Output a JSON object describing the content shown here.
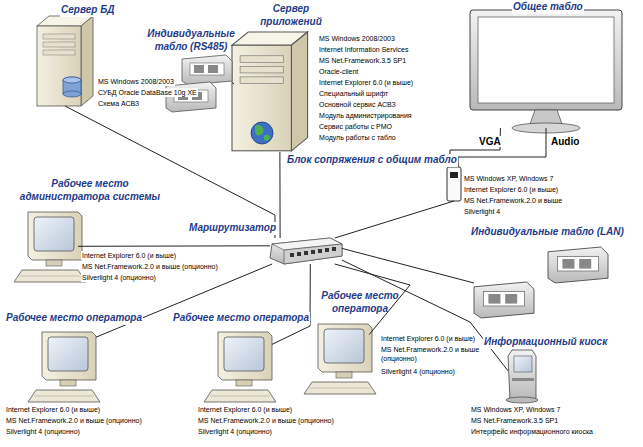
{
  "diagram": {
    "nodes": [
      {
        "text": [
          "Сервер БД",
          "MS Windows 2008/2003",
          "СУБД Oracle DataBase 10g XE",
          "Схема АСВЗ"
        ]
      },
      {
        "text": [
          "Индивидуальные табло (RS485)"
        ]
      },
      {
        "text": [
          "Сервер приложений",
          "MS Windows 2008/2003",
          "Internet Information Services",
          "MS Net.Framework.3.5 SP1",
          "Oracle-client",
          "Internet Explorer 6.0 (и выше)",
          "Специальный шрифт",
          "Основной сервис АСВЗ",
          "Модуль администрирования",
          "Сервис работы с РМО",
          "Модуль работы с табло"
        ]
      },
      {
        "text": [
          "Общее табло"
        ]
      },
      {
        "text": [
          "Блок сопряжения с общим табло",
          "MS Windows XP, Windows 7",
          "Internet Explorer 6.0 (и выше)",
          "MS Net.Framework.2.0 и выше",
          "Silverlight 4"
        ]
      },
      {
        "text": [
          "Рабочее место администратора системы",
          "Internet Explorer 6.0 (и выше)",
          "MS Net.Framework.2.0 и выше (опционно)",
          "Silverlight 4 (опционно)"
        ]
      },
      {
        "text": [
          "Маршрутизатор"
        ]
      },
      {
        "text": [
          "Индивидуальные табло (LAN)"
        ]
      },
      {
        "text": [
          "Рабочее место оператора",
          "Internet Explorer 6.0 (и выше)",
          "MS Net.Framework.2.0 и выше (опционно)",
          "Silverlight 4 (опционно)"
        ]
      },
      {
        "text": [
          "Рабочее место оператора",
          "Internet Explorer 6.0 (и выше)",
          "MS Net.Framework.2.0 и выше (опционно)",
          "Silverlight 4 (опционно)"
        ]
      },
      {
        "text": [
          "Рабочее место оператора",
          "Internet Explorer 6.0 (и выше)",
          "MS Net.Framework.2.0 и выше (опционно)",
          "Silverlight 4 (опционно)"
        ]
      },
      {
        "text": [
          "Информационный киоск",
          "MS Windows XP, Windows 7",
          "MS Net.Framework.3.5 SP1",
          "Интерфейс информационного киоска"
        ]
      }
    ],
    "edges": [
      {
        "from": 6,
        "to": 0,
        "arrow": "none"
      },
      {
        "from": 6,
        "to": 2,
        "arrow": "none"
      },
      {
        "from": 2,
        "to": 1,
        "arrow": "none"
      },
      {
        "from": 6,
        "to": 5,
        "arrow": "none"
      },
      {
        "from": 6,
        "to": 4,
        "arrow": "none"
      },
      {
        "from": 4,
        "to": 3,
        "label": "VGA",
        "arrow": "none"
      },
      {
        "from": 4,
        "to": 3,
        "label": "Audio",
        "arrow": "none"
      },
      {
        "from": 6,
        "to": 7,
        "arrow": "none"
      },
      {
        "from": 6,
        "to": 8,
        "arrow": "none"
      },
      {
        "from": 6,
        "to": 9,
        "arrow": "none"
      },
      {
        "from": 6,
        "to": 10,
        "arrow": "none"
      },
      {
        "from": 6,
        "to": 11,
        "arrow": "none"
      }
    ]
  }
}
